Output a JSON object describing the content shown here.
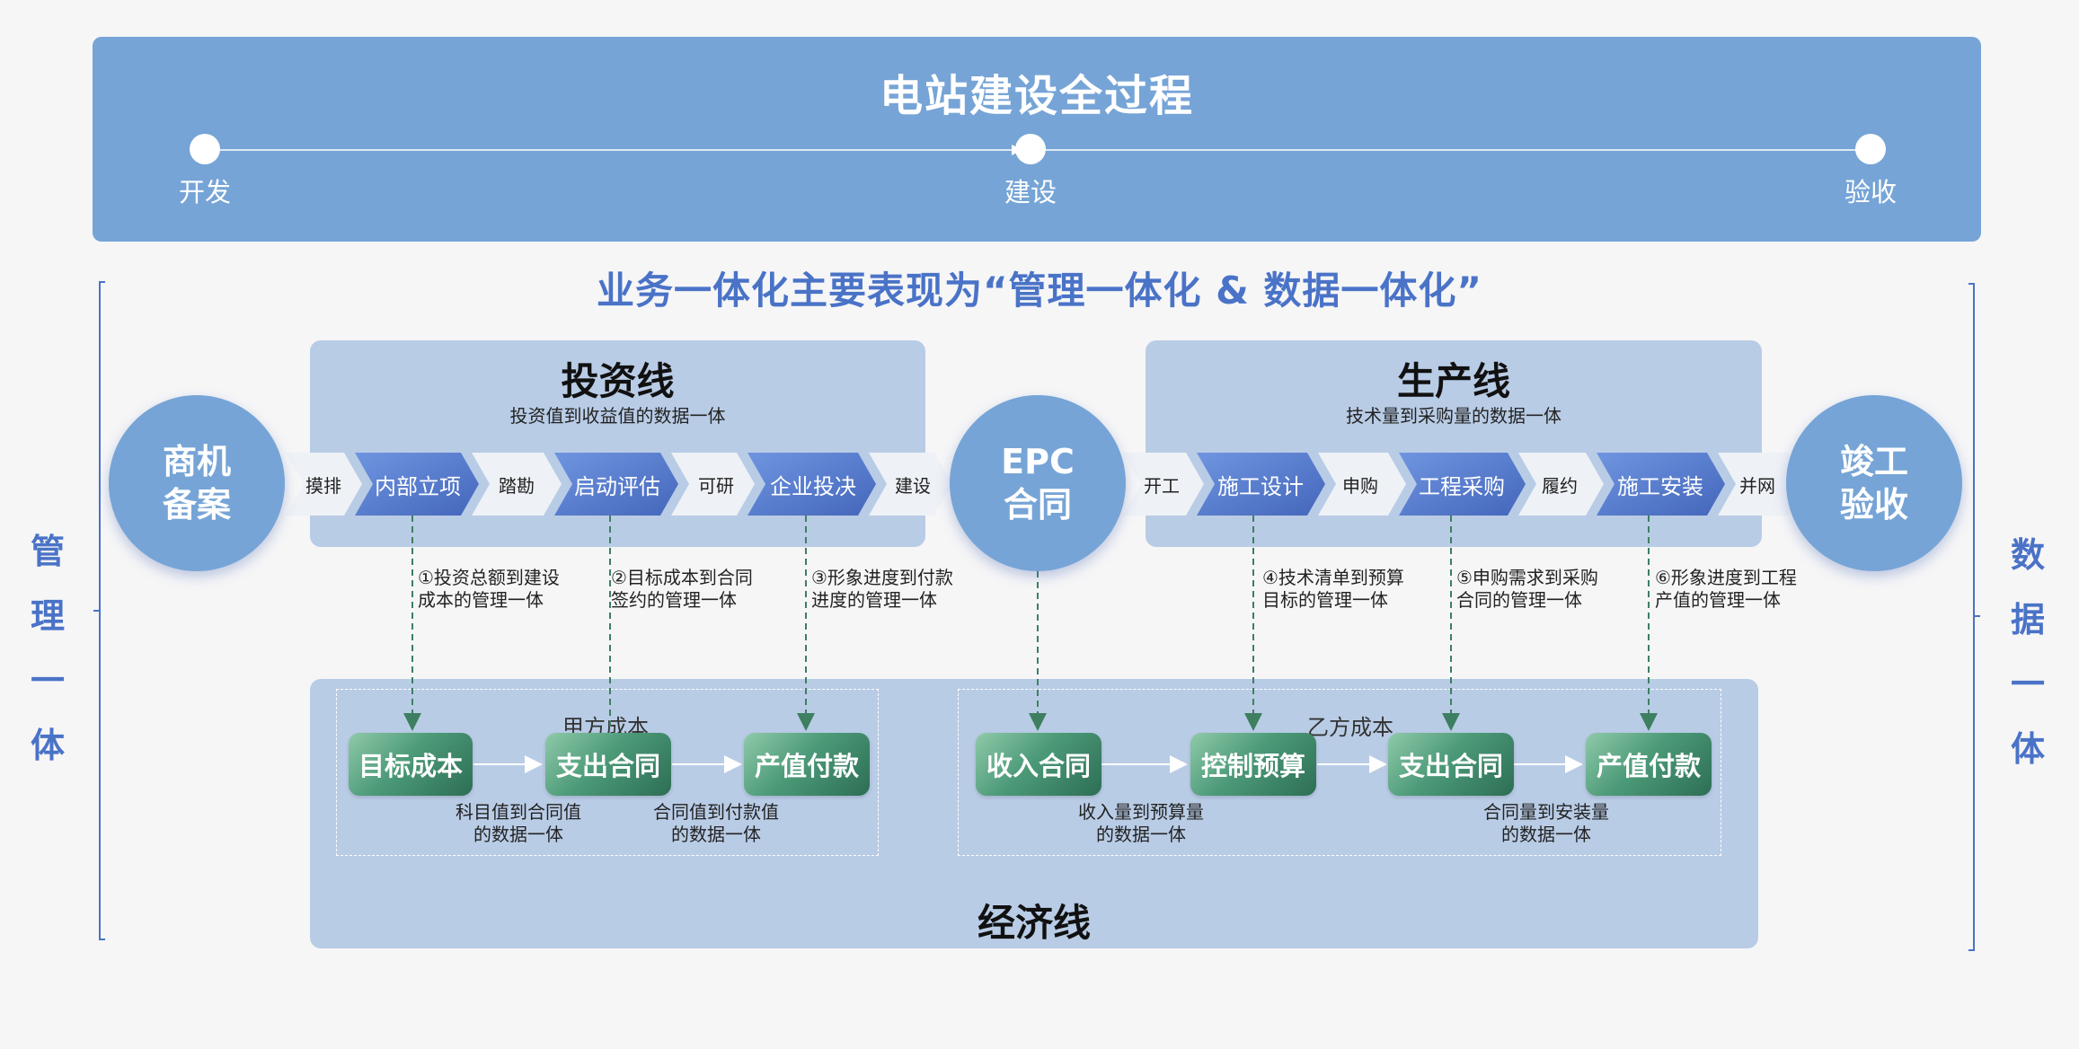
{
  "banner": {
    "title": "电站建设全过程",
    "stages": [
      "开发",
      "建设",
      "验收"
    ]
  },
  "subtitle": "业务一体化主要表现为“管理一体化 & 数据一体化”",
  "side_left": [
    "管",
    "理",
    "一",
    "体"
  ],
  "side_right": [
    "数",
    "据",
    "一",
    "体"
  ],
  "circles": {
    "start": [
      "商机",
      "备案"
    ],
    "epc": [
      "EPC",
      "合同"
    ],
    "end": [
      "竣工",
      "验收"
    ]
  },
  "investment_line": {
    "title": "投资线",
    "subtitle": "投资值到收益值的数据一体",
    "chevrons": [
      "摸排",
      "内部立项",
      "踏勘",
      "启动评估",
      "可研",
      "企业投决",
      "建设"
    ],
    "notes": [
      [
        "①投资总额到建设",
        "成本的管理一体"
      ],
      [
        "②目标成本到合同",
        "签约的管理一体"
      ],
      [
        "③形象进度到付款",
        "进度的管理一体"
      ]
    ]
  },
  "production_line": {
    "title": "生产线",
    "subtitle": "技术量到采购量的数据一体",
    "chevrons": [
      "开工",
      "施工设计",
      "申购",
      "工程采购",
      "履约",
      "施工安装",
      "并网"
    ],
    "notes": [
      [
        "④技术清单到预算",
        "目标的管理一体"
      ],
      [
        "⑤申购需求到采购",
        "合同的管理一体"
      ],
      [
        "⑥形象进度到工程",
        "产值的管理一体"
      ]
    ]
  },
  "economic_line": {
    "title": "经济线",
    "party_a": {
      "label": "甲方成本",
      "nodes": [
        "目标成本",
        "支出合同",
        "产值付款"
      ],
      "notes": [
        [
          "科目值到合同值",
          "的数据一体"
        ],
        [
          "合同值到付款值",
          "的数据一体"
        ]
      ]
    },
    "party_b": {
      "label": "乙方成本",
      "nodes": [
        "收入合同",
        "控制预算",
        "支出合同",
        "产值付款"
      ],
      "notes": [
        [
          "收入量到预算量",
          "的数据一体"
        ],
        [
          "合同量到安装量",
          "的数据一体"
        ]
      ]
    }
  },
  "colors": {
    "banner": "#76a4d6",
    "accent_text": "#4a73c7",
    "chevron_dark": "#4f74c9",
    "chevron_light": "#eef1f6",
    "panel": "#b9cce6",
    "node_green": "#4c9a78",
    "connector": "#3d7f60"
  }
}
